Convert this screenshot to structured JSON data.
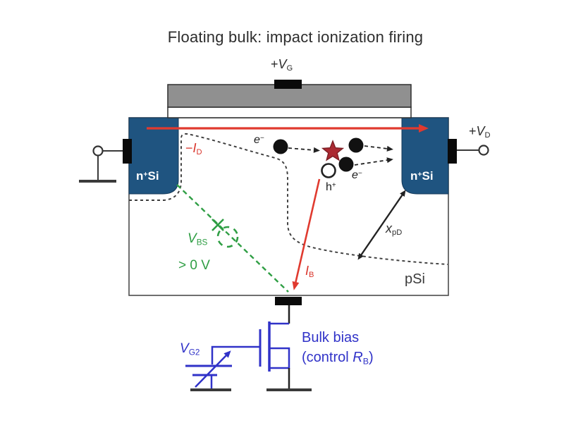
{
  "title": "Floating bulk: impact ionization firing",
  "colors": {
    "n_region": "#1f5480",
    "gate_gray": "#909090",
    "red": "#e03a2f",
    "star": "#ab2a32",
    "green": "#2f9e44",
    "circuit_blue": "#3032c8",
    "ink": "#333333"
  },
  "labels": {
    "gate_voltage": {
      "prefix": "+",
      "var": "V",
      "sub": "G"
    },
    "drain_voltage": {
      "prefix": "+",
      "var": "V",
      "sub": "D"
    },
    "drain_current": {
      "prefix": "−",
      "var": "I",
      "sub": "D"
    },
    "body_current": {
      "var": "I",
      "sub": "B"
    },
    "body_source_voltage": {
      "var": "V",
      "sub": "BS",
      "condition": "> 0 V"
    },
    "depletion_width": {
      "var": "x",
      "sub": "pD"
    },
    "source_region": {
      "base": "n",
      "sup": "+",
      "rest": "Si"
    },
    "drain_region": {
      "base": "n",
      "sup": "+",
      "rest": "Si"
    },
    "substrate": "pSi",
    "electron": {
      "base": "e",
      "sup": "−"
    },
    "hole": {
      "base": "h",
      "sup": "+"
    },
    "gate2_voltage": {
      "var": "V",
      "sub": "G2"
    },
    "bulk_bias": {
      "line1": "Bulk bias",
      "line2_pre": "(control ",
      "line2_var": "R",
      "line2_sub": "B",
      "line2_post": ")"
    }
  }
}
